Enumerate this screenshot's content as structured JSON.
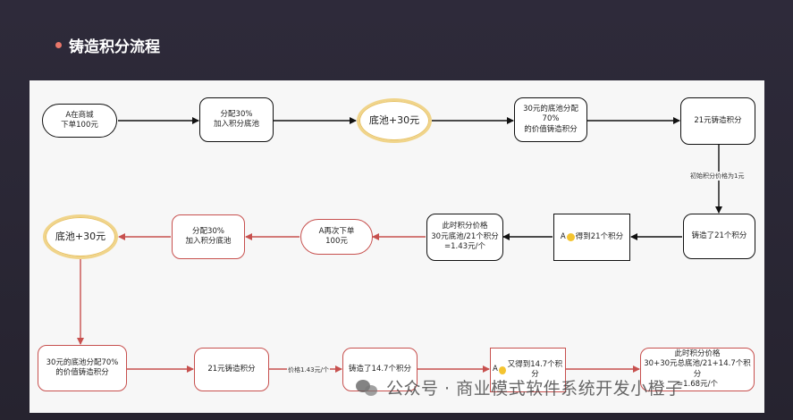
{
  "title": "铸造积分流程",
  "nodes": {
    "n1": "A在商城\n下单100元",
    "n2": "分配30%\n加入积分底池",
    "n3": "底池+30元",
    "n4": "30元的底池分配70%\n的价值铸造积分",
    "n5": "21元铸造积分",
    "n6": "铸造了21个积分",
    "n7_pre": "A",
    "n7_post": "得到21个积分",
    "n8": "此时积分价格\n30元底池/21个积分\n=1.43元/个",
    "n9": "A再次下单\n100元",
    "n10": "分配30%\n加入积分底池",
    "n11": "底池+30元",
    "n12": "30元的底池分配70%\n的价值铸造积分",
    "n13": "21元铸造积分",
    "n14": "铸造了14.7个积分",
    "n15_pre": "A",
    "n15_post": "又得到14.7个积分",
    "n16": "此时积分价格\n30+30元总底池/21+14.7个积分\n=1.68元/个"
  },
  "edge_labels": {
    "initial_price": "初始积分价格为1元",
    "price_143": "价格1.43元/个"
  },
  "watermark": "公众号 · 商业模式软件系统开发小橙子",
  "colors": {
    "black_border": "#111111",
    "red_border": "#c7504e",
    "oval_border": "#f0d48a",
    "title_dot": "#e9776a"
  }
}
